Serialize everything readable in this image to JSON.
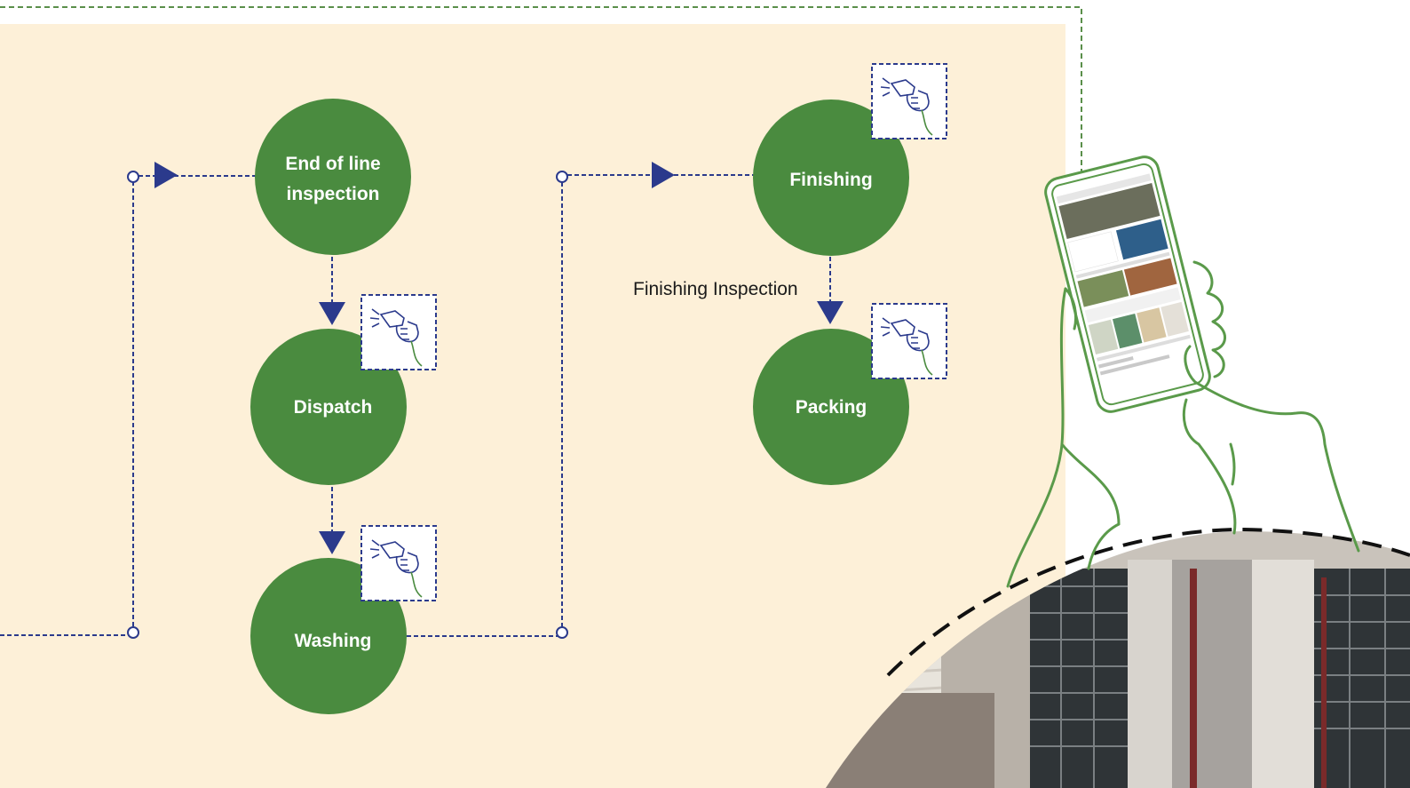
{
  "colors": {
    "background_panel": "#fdf0d8",
    "node_fill": "#4a8b3f",
    "connector_blue": "#2b3a8c",
    "frame_green": "#5a9a4a",
    "phone_outline": "#5a9a4a"
  },
  "nodes": {
    "end_of_line_inspection": {
      "line1": "End of line",
      "line2": "inspection"
    },
    "dispatch": {
      "label": "Dispatch"
    },
    "washing": {
      "label": "Washing"
    },
    "finishing": {
      "label": "Finishing"
    },
    "packing": {
      "label": "Packing"
    }
  },
  "edges": {
    "finishing_to_packing": {
      "label": "Finishing Inspection"
    }
  },
  "icons": {
    "inspection_badge": "hand-scanner-icon"
  }
}
